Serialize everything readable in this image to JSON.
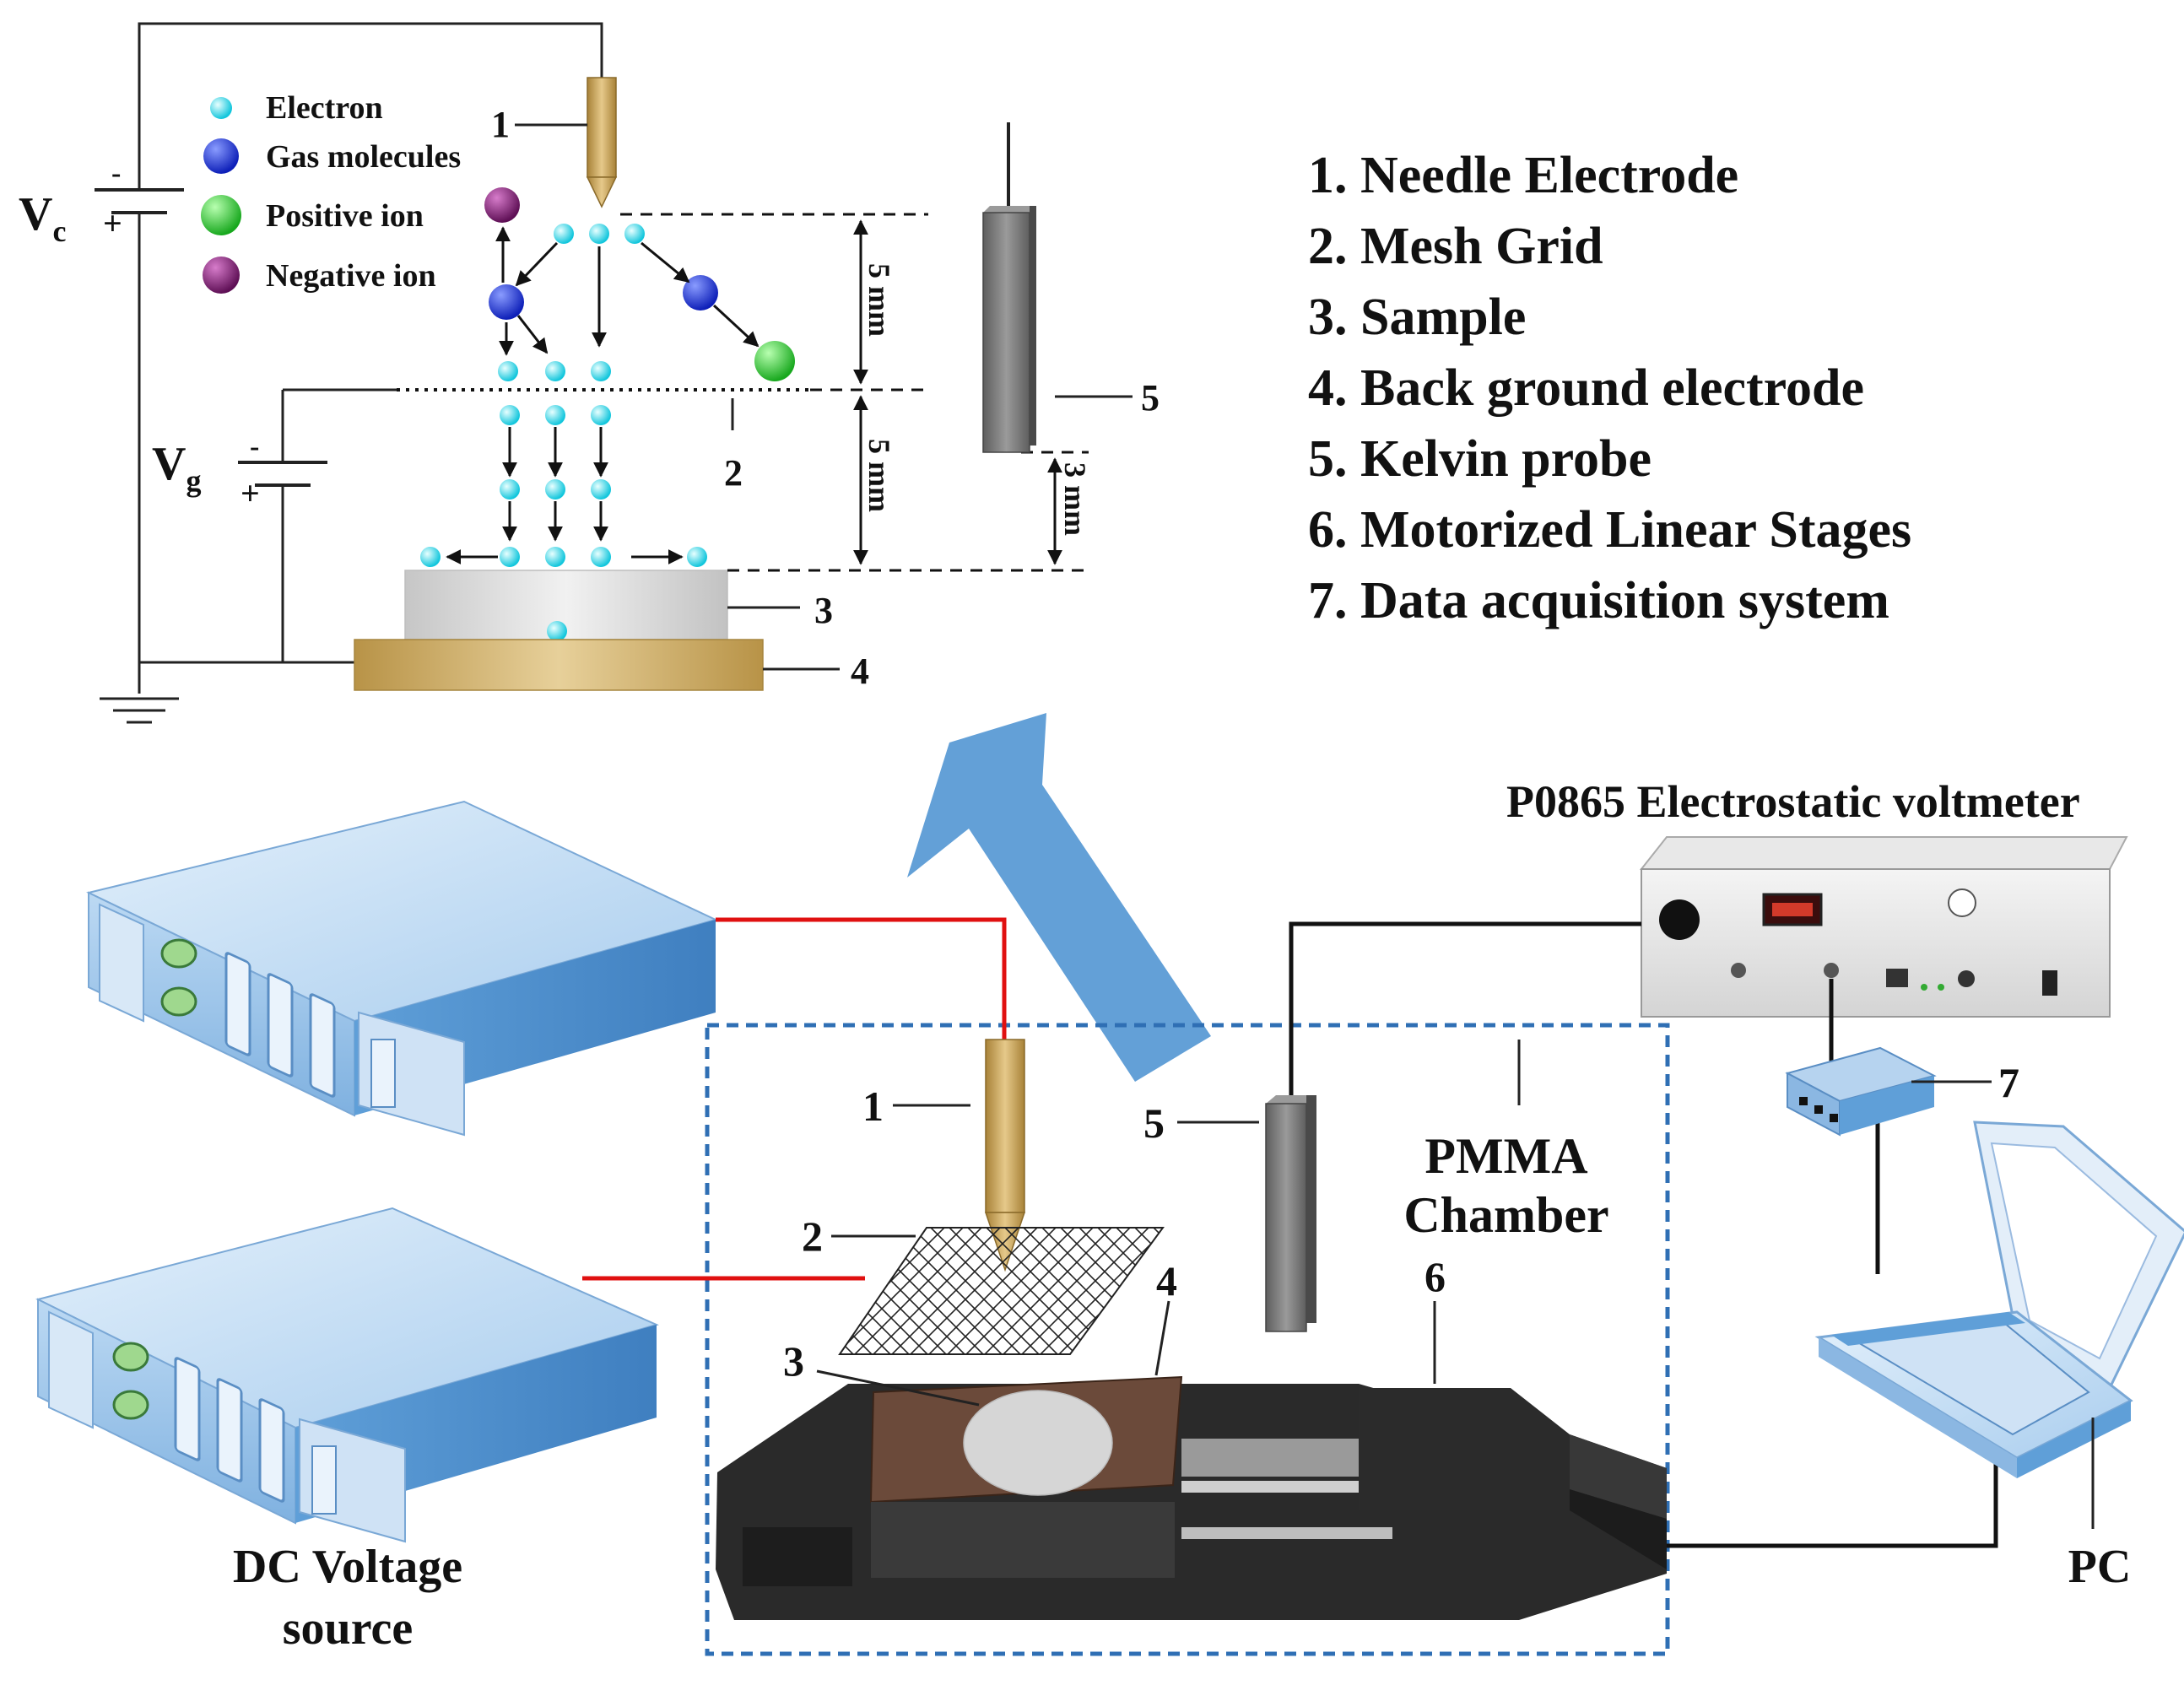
{
  "schematic": {
    "voltage_c": {
      "main": "V",
      "sub": "c"
    },
    "voltage_g": {
      "main": "V",
      "sub": "g"
    },
    "minus_sign": "-",
    "plus_sign": "+",
    "legend": [
      {
        "label": "Electron",
        "particle": "electron"
      },
      {
        "label": "Gas molecules",
        "particle": "gas-molecule"
      },
      {
        "label": "Positive ion",
        "particle": "positive-ion"
      },
      {
        "label": "Negative ion",
        "particle": "negative-ion"
      }
    ],
    "colors": {
      "electron": "#22d3e6",
      "gas_molecule": "#1a2fd6",
      "positive_ion": "#22c02a",
      "negative_ion": "#7a1a6e",
      "needle": "#c8a45a",
      "electrode": "#c9a75c",
      "sample": "#d8d8d8",
      "probe": "#7a7a7a"
    },
    "dim_needle_grid": "5 mm",
    "dim_grid_sample": "5 mm",
    "dim_probe_sample": "3 mm",
    "callouts": {
      "needle": "1",
      "grid": "2",
      "sample": "3",
      "electrode": "4",
      "probe": "5"
    }
  },
  "component_list": [
    "1. Needle Electrode",
    "2. Mesh Grid",
    "3. Sample",
    "4. Back ground electrode",
    "5. Kelvin probe",
    "6. Motorized Linear Stages",
    "7. Data acquisition system"
  ],
  "setup": {
    "voltmeter_title": "P0865 Electrostatic voltmeter",
    "dc_source_label_line1": "DC Voltage",
    "dc_source_label_line2": "source",
    "chamber_label_line1": "PMMA",
    "chamber_label_line2": "Chamber",
    "pc_label": "PC",
    "callouts": {
      "needle": "1",
      "grid": "2",
      "sample": "3",
      "electrode": "4",
      "probe": "5",
      "stage": "6",
      "daq": "7"
    },
    "colors": {
      "supply_wire": "#e01010",
      "signal_wire": "#111111",
      "chamber_border": "#2f6fb4",
      "arrow": "#5b9bd5",
      "server": "#9cc4ea"
    }
  }
}
